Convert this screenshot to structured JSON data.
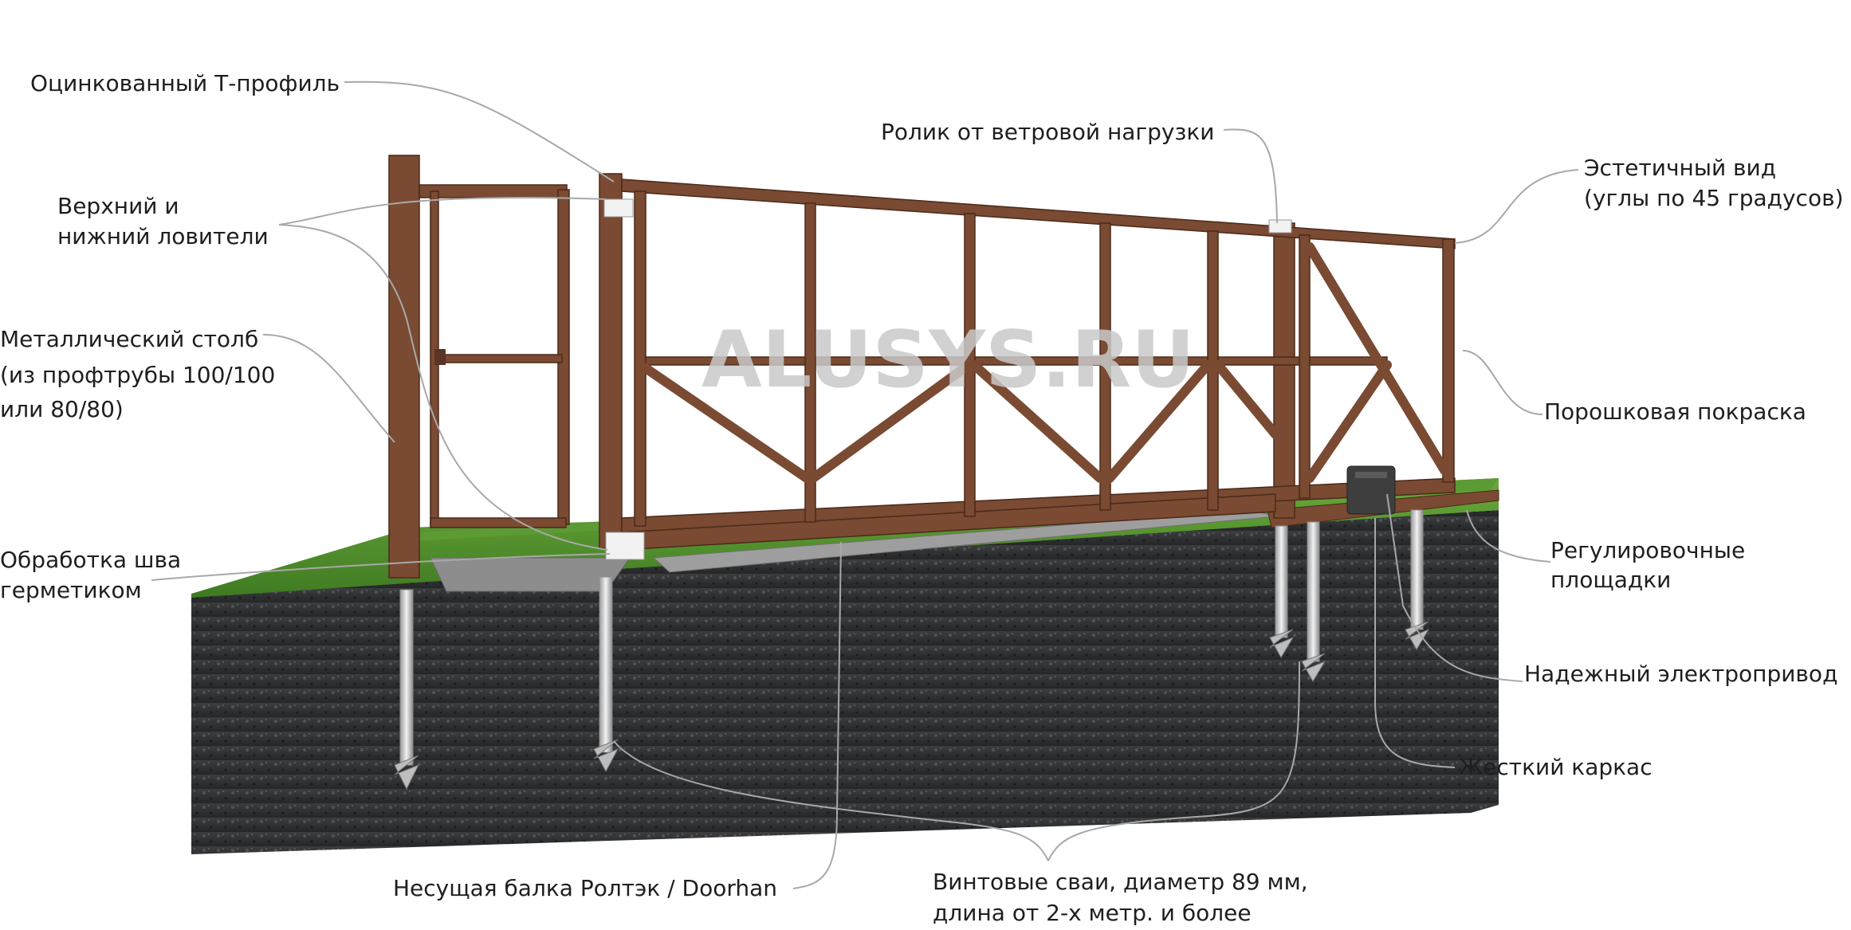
{
  "watermark": "ALUSYS.RU",
  "labels": {
    "t_profile": "Оцинкованный Т-профиль",
    "catchers_1": "Верхний и",
    "catchers_2": "нижний ловители",
    "pole_1": "Металлический столб",
    "pole_2": "(из профтрубы 100/100",
    "pole_3": "или 80/80)",
    "seam_1": "Обработка шва",
    "seam_2": "герметиком",
    "beam": "Несущая балка Ролтэк / Doorhan",
    "piles_1": "Винтовые сваи, диаметр 89 мм,",
    "piles_2": "длина от 2-х метр. и более",
    "frame": "Жесткий каркас",
    "drive": "Надежный электропривод",
    "pads_1": "Регулировочные",
    "pads_2": "площадки",
    "paint": "Порошковая покраска",
    "aesthetic_1": "Эстетичный вид",
    "aesthetic_2": "(углы по 45 градусов)",
    "roller": "Ролик от ветровой нагрузки"
  },
  "colors": {
    "steel_frame": "#7a4a32",
    "soil": "#2f3133",
    "grass": "#4f8f2e",
    "text": "#1e1e1e",
    "leader": "#a8a8a8"
  },
  "icons": [
    "gate-illustration",
    "screw-pile-icon",
    "drive-unit-icon",
    "roller-icon"
  ]
}
